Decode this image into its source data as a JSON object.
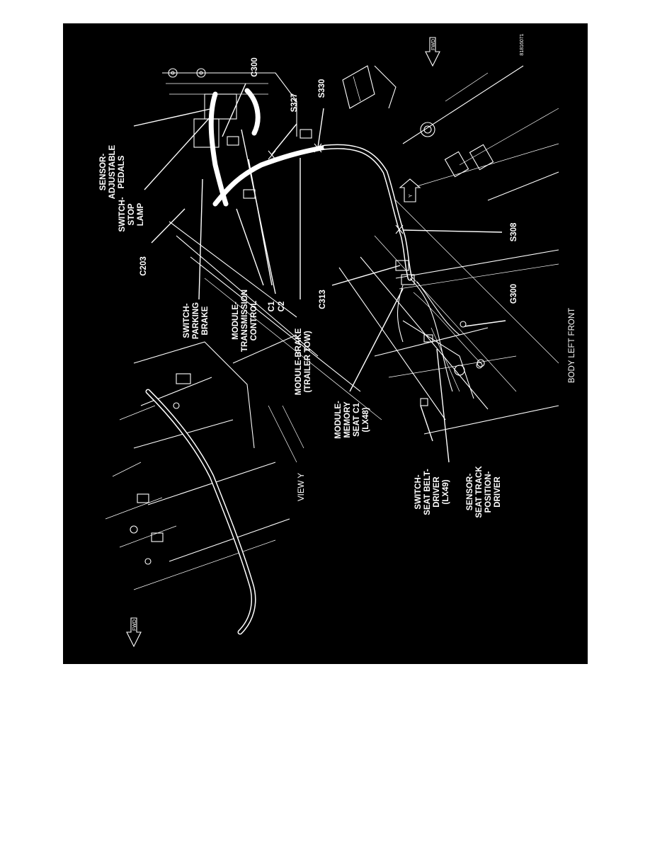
{
  "diagram": {
    "caption": "BODY LEFT FRONT",
    "view_label": "VIEW Y",
    "figure_id": "81816071",
    "labels": {
      "sensor_adjustable_pedals": [
        "SENSOR-",
        "ADJUSTABLE",
        "PEDALS"
      ],
      "switch_stop_lamp": [
        "SWITCH-",
        "STOP",
        "LAMP"
      ],
      "c203": "C203",
      "switch_parking_brake": [
        "SWITCH-",
        "PARKING",
        "BRAKE"
      ],
      "module_transmission_control": [
        "MODULE-",
        "TRANSMISSION",
        "CONTROL"
      ],
      "c1": "C1",
      "c2": "C2",
      "module_brake_trailer_tow": [
        "MODULE-BRAKE",
        "(TRAILER TOW)"
      ],
      "c313": "C313",
      "module_memory_seat": [
        "MODULE-",
        "MEMORY",
        "SEAT C1",
        "(LX48)"
      ],
      "switch_seat_belt_driver": [
        "SWITCH-",
        "SEAT BELT-",
        "DRIVER",
        "(LX49)"
      ],
      "sensor_seat_track_position": [
        "SENSOR-",
        "SEAT TRACK",
        "POSITION-",
        "DRIVER"
      ],
      "c300": "C300",
      "s327": "S327",
      "s330": "S330",
      "s308": "S308",
      "g300": "G300",
      "view_marker": "Y",
      "front_arrow": "FWD"
    }
  }
}
